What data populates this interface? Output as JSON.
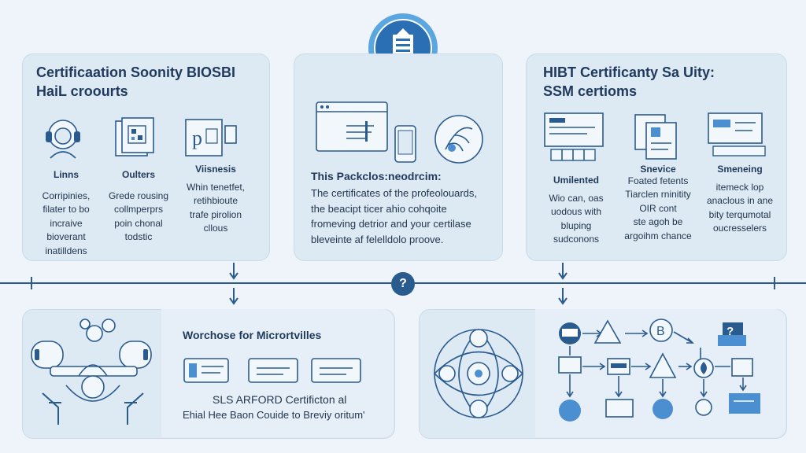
{
  "top_left": {
    "title_line1": "Certificaation Soonity BIOSBI",
    "title_line2": "HaiL croourts",
    "columns": [
      {
        "label": "Linns",
        "text": [
          "Corripinies,",
          "filater to bo",
          "incraive",
          "bioverant",
          "inatilldens"
        ]
      },
      {
        "label": "Oulters",
        "text": [
          "Grede rousing",
          "collmperprs",
          "poin chonal",
          "todstic"
        ]
      },
      {
        "label": "Viisnesis",
        "text": [
          "Whin tenetfet,",
          "retihbioute",
          "trafe pirolion",
          "cllous"
        ]
      }
    ]
  },
  "top_middle": {
    "heading": "This Packclos:neodrcim:",
    "text": [
      "The certificates of the profeolouards,",
      "the beacipt ticer ahio cohqoite",
      "fromeving detrior and your certilase",
      "bleveinte af felelldolo proove."
    ]
  },
  "top_right": {
    "title_line1": "HIBT Certificanty Sa Uity:",
    "title_line2": "SSM certioms",
    "columns": [
      {
        "label": "Umilented",
        "text": [
          "Wio can, oas",
          "uodous with",
          "bluping",
          "sudconons"
        ]
      },
      {
        "label": "Snevice",
        "sublabel": "Foated fetents",
        "text": [
          "Tiarclen rninitity",
          "OIR cont",
          "ste agoh be",
          "argoihm chance"
        ]
      },
      {
        "label": "Smeneing",
        "text": [
          "itemeck lop",
          "anaclous in ane",
          "bity terqumotal",
          "oucresselers"
        ]
      }
    ]
  },
  "timeline": {
    "marker": "?"
  },
  "bottom_middle": {
    "heading": "Worchose for Micrortvilles",
    "line1": "SLS ARFORD Certificton al",
    "line2": "Ehial Hee Baon Couide to Breviy oritum'"
  },
  "flow_badge": "?",
  "colors": {
    "background": "#eef4f9",
    "panel": "#dde9f3",
    "accent": "#2a5b8f",
    "highlight": "#4b8fd0"
  }
}
